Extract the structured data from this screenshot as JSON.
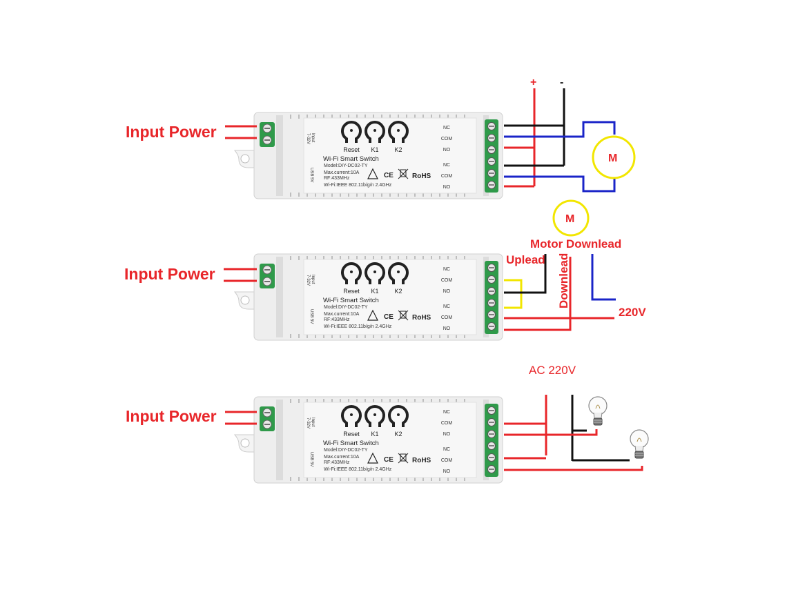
{
  "labels": {
    "input_power_1": "Input Power",
    "input_power_2": "Input Power",
    "input_power_3": "Input Power",
    "plus": "+",
    "minus": "-",
    "motor_1": "M",
    "motor_2": "M",
    "motor_download": "Motor Downlead",
    "uplead": "Uplead",
    "downlead": "Downlead",
    "v220": "220V",
    "ac220": "AC 220V"
  },
  "device": {
    "buttons": [
      "Reset",
      "K1",
      "K2"
    ],
    "title": "Wi-Fi Smart Switch",
    "model": "Model:DIY-DC02-TY",
    "max_current": "Max.current:10A",
    "rf": "RF:433MHz",
    "wifi": "Wi-Fi:IEEE 802.11b/g/n 2.4GHz",
    "ce": "CE",
    "rohs": "RoHS",
    "side_input": "Input",
    "side_voltage": "7-32V",
    "side_usb": "USB 5V",
    "terminals": [
      "NC",
      "COM",
      "NO",
      "NC",
      "COM",
      "NO"
    ]
  },
  "colors": {
    "red": "#e8262a",
    "black": "#111111",
    "blue": "#1a24c8",
    "yellow": "#f2e600",
    "case": "#eeeeee",
    "terminal": "#2f9a4a"
  },
  "icons": [
    "lightbulb-icon",
    "warning-triangle-icon",
    "weee-bin-icon",
    "ce-mark-icon"
  ]
}
